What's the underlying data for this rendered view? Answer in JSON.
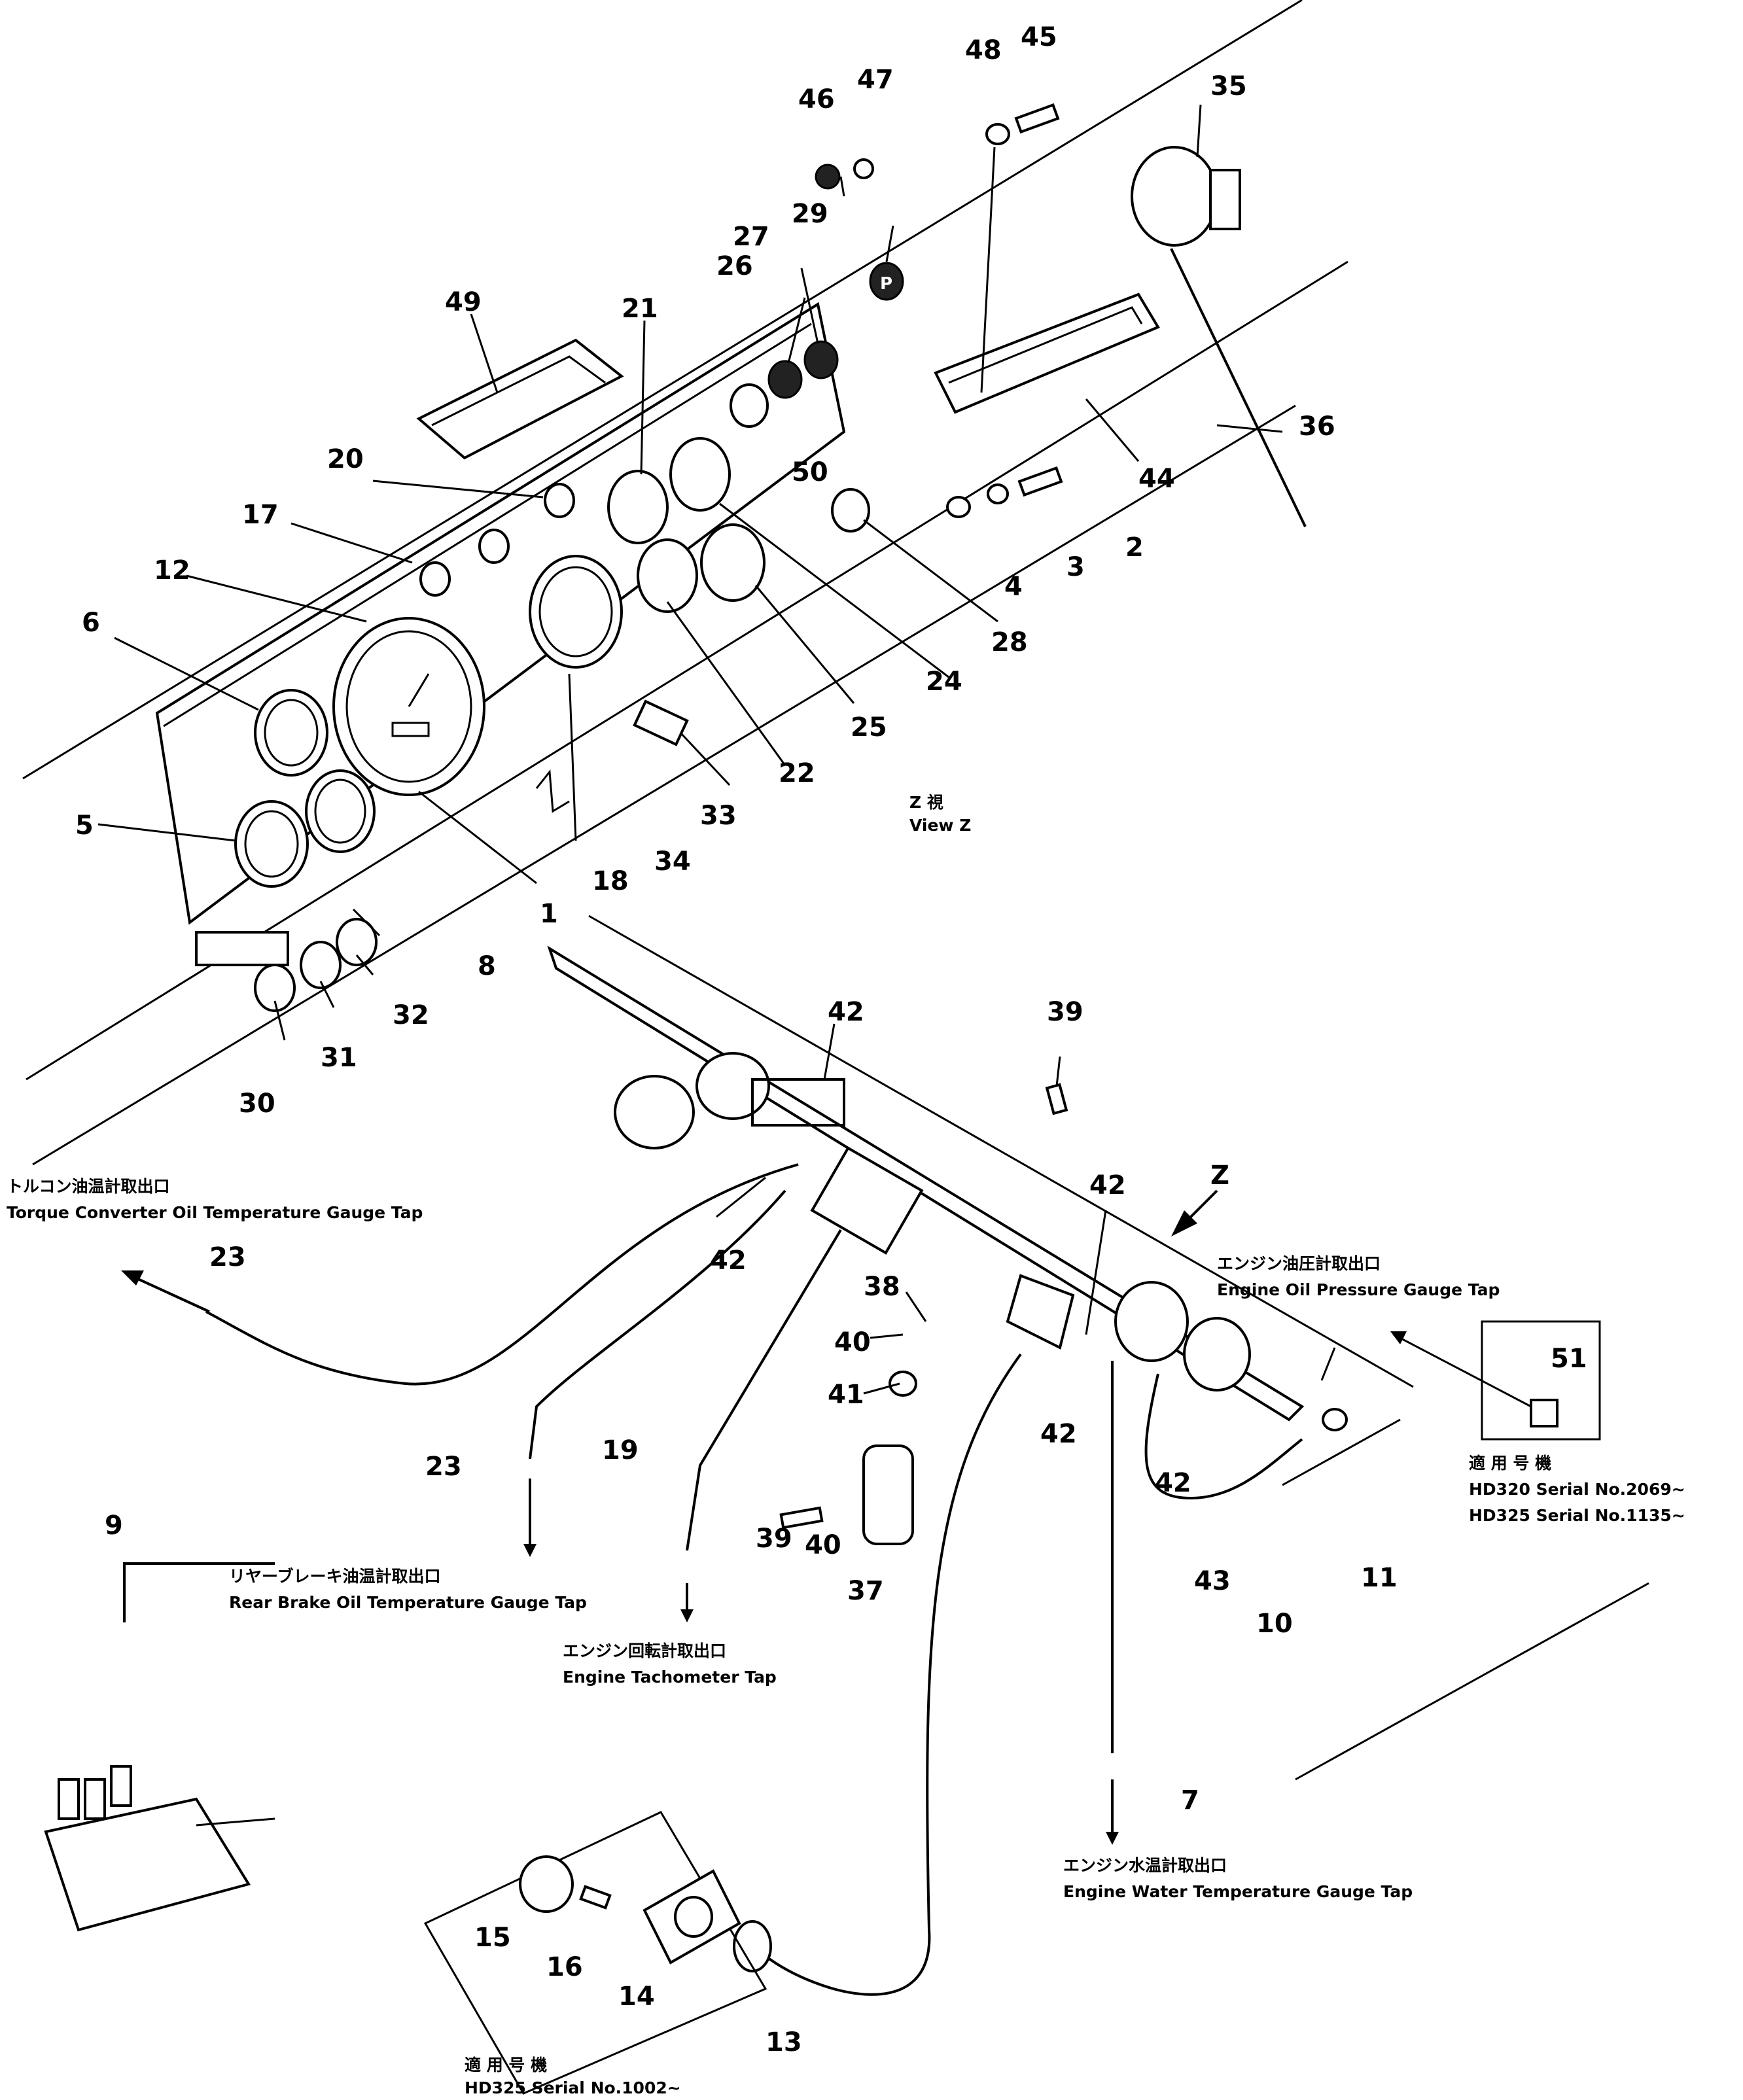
{
  "numbers": {
    "n1": "1",
    "n2": "2",
    "n3": "3",
    "n4": "4",
    "n5": "5",
    "n6": "6",
    "n7": "7",
    "n8": "8",
    "n9": "9",
    "n10": "10",
    "n11": "11",
    "n12": "12",
    "n13": "13",
    "n14": "14",
    "n15": "15",
    "n16": "16",
    "n17": "17",
    "n18": "18",
    "n19": "19",
    "n20": "20",
    "n21": "21",
    "n22": "22",
    "n23a": "23",
    "n23b": "23",
    "n24": "24",
    "n25": "25",
    "n26": "26",
    "n27": "27",
    "n28": "28",
    "n29": "29",
    "n30": "30",
    "n31": "31",
    "n32": "32",
    "n33": "33",
    "n34": "34",
    "n35": "35",
    "n36": "36",
    "n37": "37",
    "n38": "38",
    "n39a": "39",
    "n39b": "39",
    "n40a": "40",
    "n40b": "40",
    "n41": "41",
    "n42a": "42",
    "n42b": "42",
    "n42c": "42",
    "n42d": "42",
    "n42e": "42",
    "n43": "43",
    "n44": "44",
    "n45": "45",
    "n46": "46",
    "n47": "47",
    "n48": "48",
    "n49": "49",
    "n50": "50",
    "n51": "51"
  },
  "captions": {
    "view_z_jp": "Z 視",
    "view_z_en": "View Z",
    "z_arrow_label": "Z",
    "torque_jp": "トルコン油温計取出口",
    "torque_en": "Torque Converter Oil Temperature Gauge Tap",
    "rear_brake_jp": "リヤーブレーキ油温計取出口",
    "rear_brake_en": "Rear Brake Oil Temperature Gauge Tap",
    "tacho_jp": "エンジン回転計取出口",
    "tacho_en": "Engine Tachometer Tap",
    "oil_press_jp": "エンジン油圧計取出口",
    "oil_press_en": "Engine Oil Pressure Gauge Tap",
    "water_temp_jp": "エンジン水温計取出口",
    "water_temp_en": "Engine Water Temperature Gauge Tap",
    "applic_jp_1": "適 用 号 機",
    "serial_hd320": "HD320 Serial No.2069~",
    "serial_hd325_1135": "HD325 Serial No.1135~",
    "applic_jp_2": "適 用 号 機",
    "serial_hd325_1002": "HD325 Serial No.1002~",
    "gauge_p": "P"
  }
}
